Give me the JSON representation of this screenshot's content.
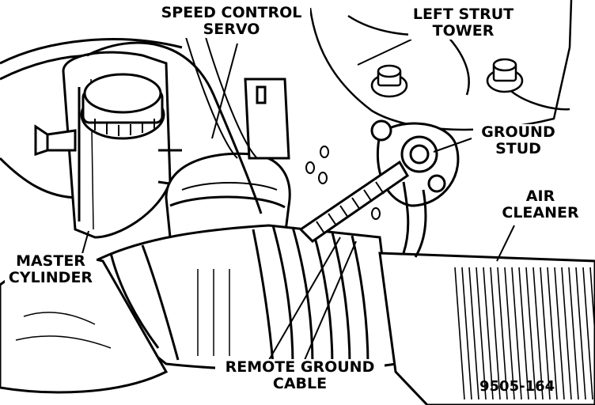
{
  "labels": {
    "speed_control_servo": [
      "SPEED CONTROL",
      "SERVO"
    ],
    "left_strut_tower": [
      "LEFT STRUT",
      "TOWER"
    ],
    "ground_stud": [
      "GROUND",
      "STUD"
    ],
    "air_cleaner": [
      "AIR",
      "CLEANER"
    ],
    "master_cylinder": [
      "MASTER",
      "CYLINDER"
    ],
    "remote_ground_cable": [
      "REMOTE GROUND",
      "CABLE"
    ]
  },
  "figure_number": "9505-164"
}
